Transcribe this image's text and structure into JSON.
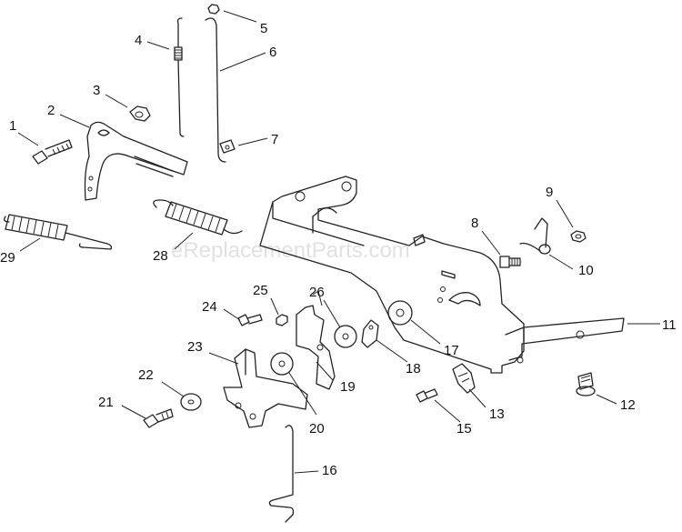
{
  "watermark": "eReplacementParts.com",
  "callouts": [
    "1",
    "2",
    "3",
    "4",
    "5",
    "6",
    "7",
    "8",
    "9",
    "10",
    "11",
    "12",
    "13",
    "15",
    "16",
    "17",
    "18",
    "19",
    "20",
    "21",
    "22",
    "23",
    "24",
    "25",
    "26",
    "28",
    "29"
  ]
}
